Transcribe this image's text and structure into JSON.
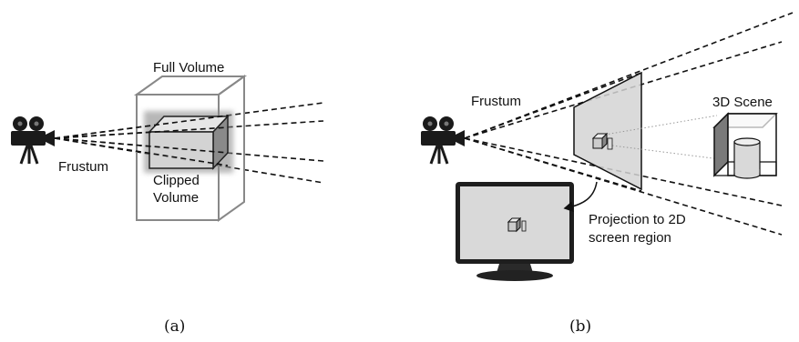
{
  "panel_a": {
    "caption": "(a)",
    "labels": {
      "full_volume": "Full Volume",
      "frustum": "Frustum",
      "clipped_line1": "Clipped",
      "clipped_line2": "Volume"
    }
  },
  "panel_b": {
    "caption": "(b)",
    "labels": {
      "frustum": "Frustum",
      "scene": "3D Scene",
      "projection_line1": "Projection to 2D",
      "projection_line2": "screen region"
    }
  },
  "icons": [
    "movie-camera-icon",
    "movie-camera-icon",
    "monitor-icon"
  ],
  "colors": {
    "line": "#111111",
    "box_outline": "#888888",
    "clip_fill": "#dcdcdc",
    "screen_fill": "#d9d9d9"
  }
}
